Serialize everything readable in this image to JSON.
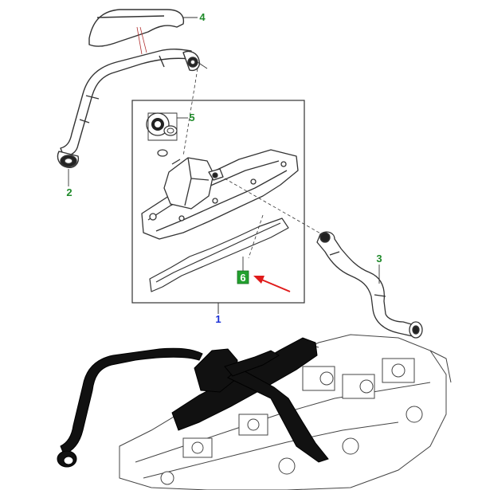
{
  "callouts": [
    {
      "id": "1",
      "label": "1",
      "color": "#1a2fd6",
      "part": "engine-cover-assembly"
    },
    {
      "id": "2",
      "label": "2",
      "color": "#1f8a2a",
      "part": "breather-hose-lower-left"
    },
    {
      "id": "3",
      "label": "3",
      "color": "#1f8a2a",
      "part": "breather-hose-right"
    },
    {
      "id": "4",
      "label": "4",
      "color": "#1f8a2a",
      "part": "breather-hose-upper"
    },
    {
      "id": "5",
      "label": "5",
      "color": "#1f8a2a",
      "part": "oil-filler-cap-seal"
    },
    {
      "id": "6",
      "label": "6",
      "color": "#1f8a2a",
      "part": "gasket",
      "highlighted": true,
      "highlight_color": "#22a12f"
    }
  ],
  "pointer_arrow": {
    "color": "#e01b1b",
    "target": "6"
  },
  "colors": {
    "line": "#222222",
    "part_outline": "#333333",
    "engine_fill": "#111111"
  }
}
